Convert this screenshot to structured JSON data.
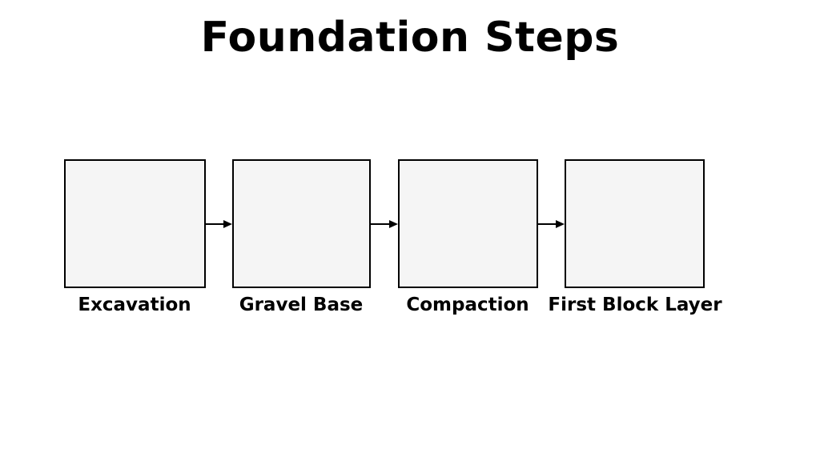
{
  "header": {
    "title": "Foundation Steps"
  },
  "diagram": {
    "type": "flowchart",
    "flow_direction": "left-to-right",
    "steps": [
      {
        "label": "Excavation"
      },
      {
        "label": "Gravel Base"
      },
      {
        "label": "Compaction"
      },
      {
        "label": "First Block Layer"
      }
    ],
    "connections": [
      {
        "from": "Excavation",
        "to": "Gravel Base",
        "style": "arrow-right"
      },
      {
        "from": "Gravel Base",
        "to": "Compaction",
        "style": "arrow-right"
      },
      {
        "from": "Compaction",
        "to": "First Block Layer",
        "style": "arrow-right"
      }
    ]
  },
  "colors": {
    "background": "#ffffff",
    "box_fill": "#f5f5f5",
    "box_border": "#000000",
    "arrow": "#000000",
    "text": "#000000"
  }
}
